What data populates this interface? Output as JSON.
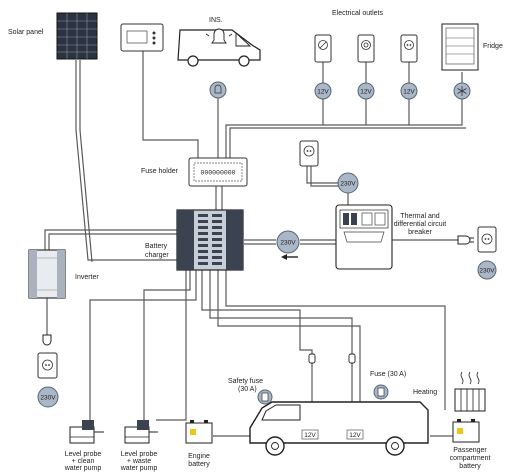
{
  "labels": {
    "solar_panel": "Solar panel",
    "ins": "INS.",
    "electrical_outlets": "Electrical outlets",
    "fridge": "Fridge",
    "fuse_holder": "Fuse holder",
    "fuse_display": "000000000",
    "battery_charger_1": "Battery",
    "battery_charger_2": "charger",
    "thermal_breaker_1": "Thermal and",
    "thermal_breaker_2": "differential circuit",
    "thermal_breaker_3": "breaker",
    "inverter": "Inverter",
    "safety_fuse_1": "Safety fuse",
    "safety_fuse_2": "(30 A)",
    "fuse_30a": "Fuse (30 A)",
    "heating": "Heating",
    "level_clean_1": "Level probe",
    "level_clean_2": "+ clean",
    "level_clean_3": "water pump",
    "level_waste_1": "Level probe",
    "level_waste_2": "+ waste",
    "level_waste_3": "water pump",
    "engine_battery_1": "Engine",
    "engine_battery_2": "battery",
    "passenger_battery_1": "Passenger",
    "passenger_battery_2": "compartment",
    "passenger_battery_3": "battery"
  },
  "voltage_badges": {
    "v12_a": "12V",
    "v12_b": "12V",
    "v12_c": "12V",
    "v230_wall": "230V",
    "v230_breaker": "230V",
    "v230_right": "230V",
    "v230_left": "230V",
    "v12_van_left": "12V",
    "v12_van_right": "12V"
  },
  "colors": {
    "badge_fill": "#a9b7c7",
    "badge_stroke": "#556677",
    "wire": "#555555",
    "charger_body": "#c7ced6"
  }
}
